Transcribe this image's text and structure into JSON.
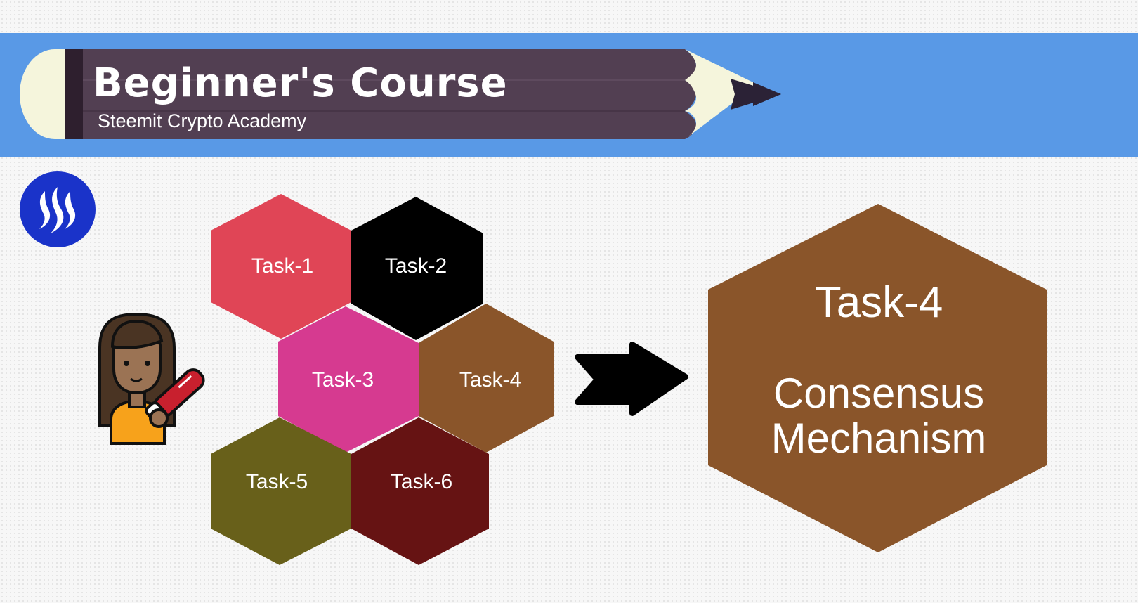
{
  "header": {
    "title": "Beginner's Course",
    "subtitle": "Steemit Crypto Academy"
  },
  "logo": {
    "icon": "steem-logo-icon",
    "color": "#1a33c9"
  },
  "illustration": {
    "icon": "student-writing-icon"
  },
  "tasks": [
    {
      "label": "Task-1",
      "color": "#e04556"
    },
    {
      "label": "Task-2",
      "color": "#000000"
    },
    {
      "label": "Task-3",
      "color": "#d63a90"
    },
    {
      "label": "Task-4",
      "color": "#8a552a"
    },
    {
      "label": "Task-5",
      "color": "#68601a"
    },
    {
      "label": "Task-6",
      "color": "#661313"
    }
  ],
  "arrow": {
    "icon": "arrow-right-icon"
  },
  "featured": {
    "title": "Task-4",
    "subtitle_line1": "Consensus",
    "subtitle_line2": "Mechanism",
    "color": "#8a552a"
  },
  "colors": {
    "banner": "#5999e6",
    "pencil_body": "#523f52",
    "pencil_tip": "#f5f5dc"
  }
}
